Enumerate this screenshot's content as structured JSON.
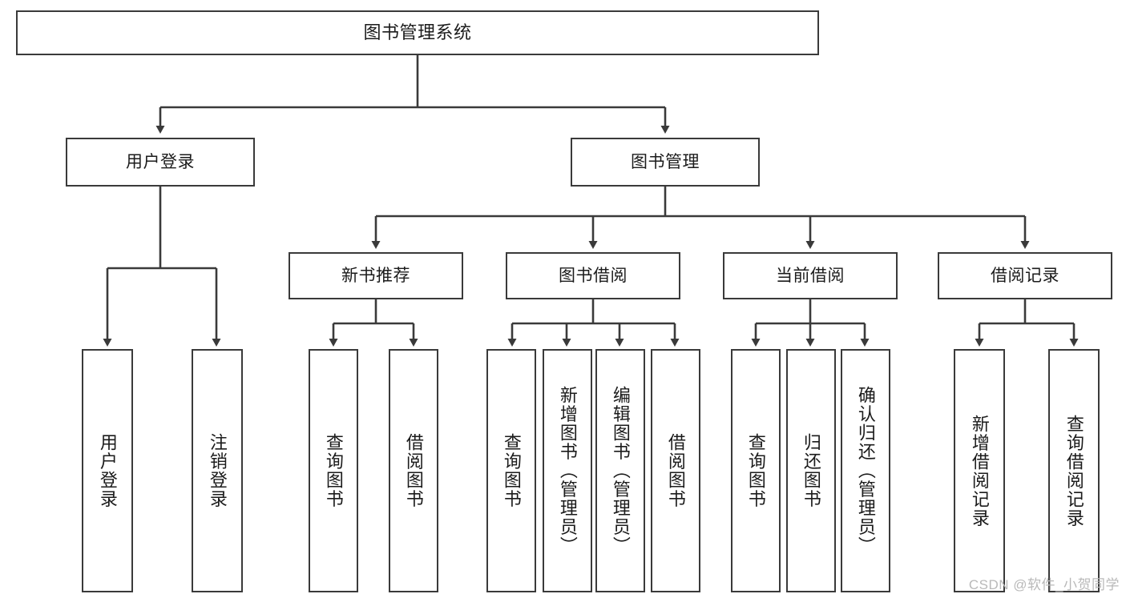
{
  "diagram": {
    "title": "图书管理系统",
    "watermark": "CSDN @软件_小贺同学",
    "colors": {
      "stroke": "#3a3a3a",
      "fill": "#ffffff",
      "text": "#1b1b1b",
      "watermark": "#b9b9b9",
      "background": "#ffffff"
    },
    "nodes": {
      "root": {
        "label": "图书管理系统"
      },
      "level2": [
        {
          "id": "user-login",
          "label": "用户登录"
        },
        {
          "id": "book-manage",
          "label": "图书管理"
        }
      ],
      "level3": [
        {
          "id": "new-book-recommend",
          "label": "新书推荐"
        },
        {
          "id": "book-borrow",
          "label": "图书借阅"
        },
        {
          "id": "current-borrow",
          "label": "当前借阅"
        },
        {
          "id": "borrow-record",
          "label": "借阅记录"
        }
      ],
      "leaves": {
        "user_login": [
          {
            "id": "leaf-user-login",
            "label": "用户登录"
          },
          {
            "id": "leaf-logout",
            "label": "注销登录"
          }
        ],
        "new_book_recommend": [
          {
            "id": "leaf-query-book-1",
            "label": "查询图书"
          },
          {
            "id": "leaf-borrow-book-1",
            "label": "借阅图书"
          }
        ],
        "book_borrow": [
          {
            "id": "leaf-query-book-2",
            "label": "查询图书"
          },
          {
            "id": "leaf-add-book",
            "label": "新增图书（管理员）"
          },
          {
            "id": "leaf-edit-book",
            "label": "编辑图书（管理员）"
          },
          {
            "id": "leaf-borrow-book-2",
            "label": "借阅图书"
          }
        ],
        "current_borrow": [
          {
            "id": "leaf-query-book-3",
            "label": "查询图书"
          },
          {
            "id": "leaf-return-book",
            "label": "归还图书"
          },
          {
            "id": "leaf-confirm-return",
            "label": "确认归还（管理员）"
          }
        ],
        "borrow_record": [
          {
            "id": "leaf-add-record",
            "label": "新增借阅记录"
          },
          {
            "id": "leaf-query-record",
            "label": "查询借阅记录"
          }
        ]
      }
    }
  }
}
